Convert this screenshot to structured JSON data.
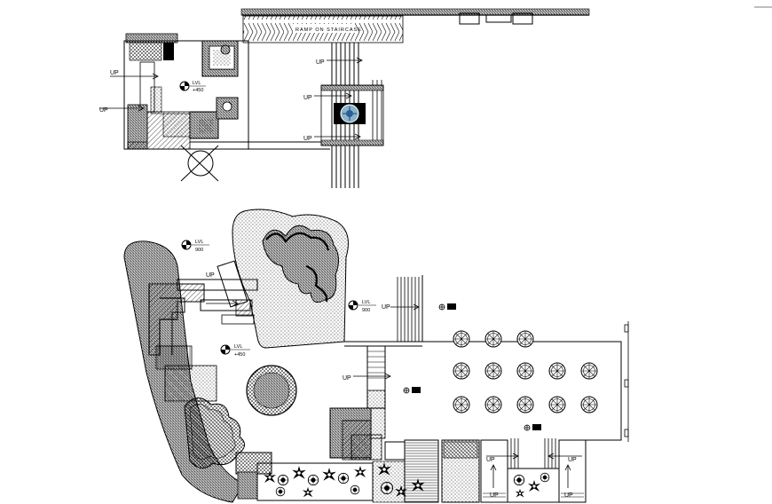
{
  "drawing": {
    "ramp_label": "RAMP ON STAIRCASE",
    "up_label": "UP",
    "levels": {
      "upper_level": {
        "label": "LVL",
        "value": "+450"
      },
      "top_level": {
        "label": "LVL",
        "value": "900"
      },
      "mid_level": {
        "label": "LVL",
        "value": "900"
      },
      "lower_level": {
        "label": "LVL",
        "value": "+450"
      }
    }
  }
}
